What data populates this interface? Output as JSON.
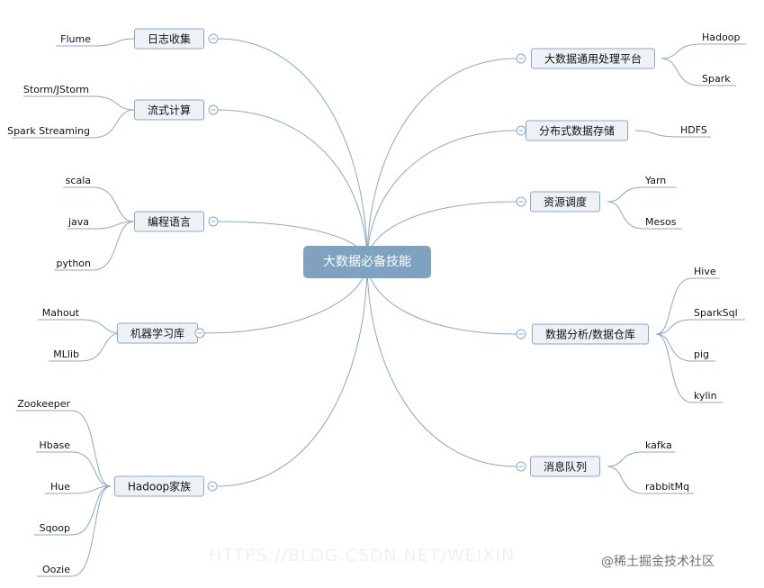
{
  "center": {
    "label": "大数据必备技能"
  },
  "left_branches": [
    {
      "label": "日志收集",
      "leaves": [
        "Flume"
      ]
    },
    {
      "label": "流式计算",
      "leaves": [
        "Storm/JStorm",
        "Spark Streaming"
      ]
    },
    {
      "label": "编程语言",
      "leaves": [
        "scala",
        "java",
        "python"
      ]
    },
    {
      "label": "机器学习库",
      "leaves": [
        "Mahout",
        "MLlib"
      ]
    },
    {
      "label": "Hadoop家族",
      "leaves": [
        "Zookeeper",
        "Hbase",
        "Hue",
        "Sqoop",
        "Oozie"
      ]
    }
  ],
  "right_branches": [
    {
      "label": "大数据通用处理平台",
      "leaves": [
        "Hadoop",
        "Spark"
      ]
    },
    {
      "label": "分布式数据存储",
      "leaves": [
        "HDFS"
      ]
    },
    {
      "label": "资源调度",
      "leaves": [
        "Yarn",
        "Mesos"
      ]
    },
    {
      "label": "数据分析/数据仓库",
      "leaves": [
        "Hive",
        "SparkSql",
        "pig",
        "kylin"
      ]
    },
    {
      "label": "消息队列",
      "leaves": [
        "kafka",
        "rabbitMq"
      ]
    }
  ],
  "watermark": {
    "text": "@稀土掘金技术社区",
    "pale_text": "HTTPS://BLOG.CSDN.NET/WEIXIN"
  },
  "colors": {
    "line": "#8aa8c4",
    "node_fill": "#eef2f7",
    "center_fill": "#7ea2c0"
  }
}
